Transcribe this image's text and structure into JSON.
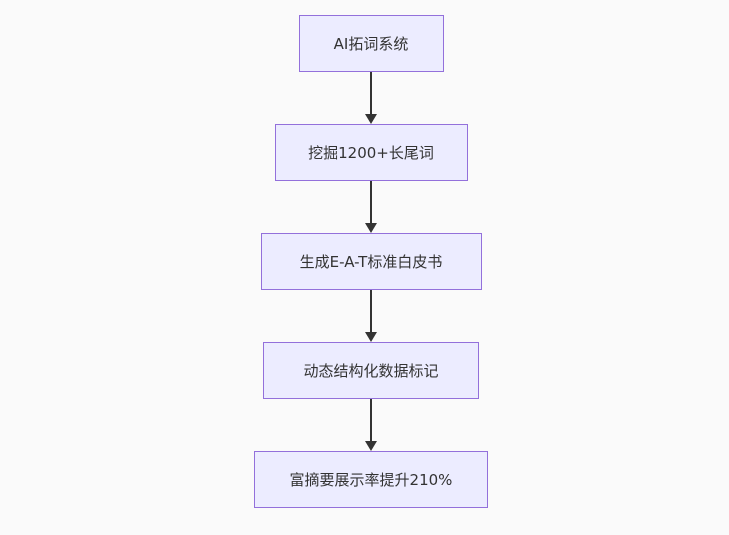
{
  "diagram": {
    "type": "flowchart",
    "direction": "top-down",
    "colors": {
      "background": "#fafafa",
      "node_fill": "#ECECFF",
      "node_border": "#9370DB",
      "node_text": "#333333",
      "arrow": "#333333"
    },
    "nodes": [
      {
        "id": "A",
        "label": "AI拓词系统"
      },
      {
        "id": "B",
        "label": "挖掘1200+长尾词"
      },
      {
        "id": "C",
        "label": "生成E-A-T标准白皮书"
      },
      {
        "id": "D",
        "label": "动态结构化数据标记"
      },
      {
        "id": "E",
        "label": "富摘要展示率提升210%"
      }
    ],
    "edges": [
      {
        "from": "A",
        "to": "B",
        "label": ""
      },
      {
        "from": "B",
        "to": "C",
        "label": ""
      },
      {
        "from": "C",
        "to": "D",
        "label": ""
      },
      {
        "from": "D",
        "to": "E",
        "label": ""
      }
    ]
  }
}
